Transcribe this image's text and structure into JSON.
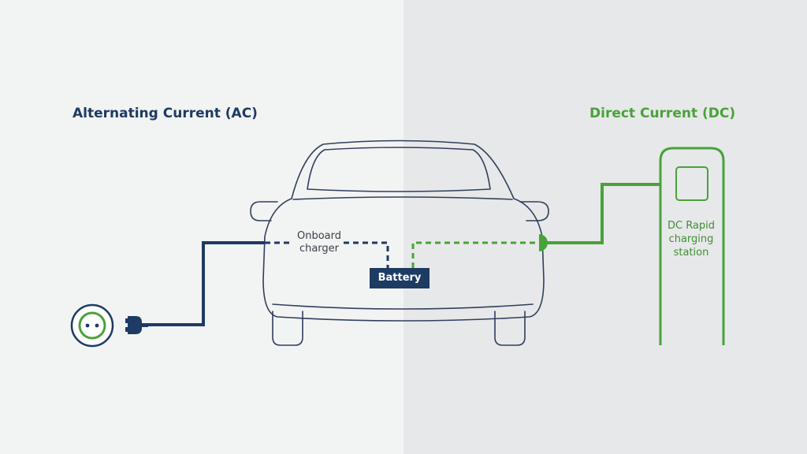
{
  "titles": {
    "ac": "Alternating Current (AC)",
    "dc": "Direct Current (DC)"
  },
  "car": {
    "onboard_charger": "Onboard charger",
    "battery": "Battery"
  },
  "station": {
    "label": "DC Rapid charging station"
  },
  "colors": {
    "ac_navy": "#1d3b63",
    "dc_green": "#48a23a",
    "outline": "#2f3f5c"
  },
  "icons": {
    "outlet": "wall-socket-icon",
    "plug": "plug-icon"
  }
}
